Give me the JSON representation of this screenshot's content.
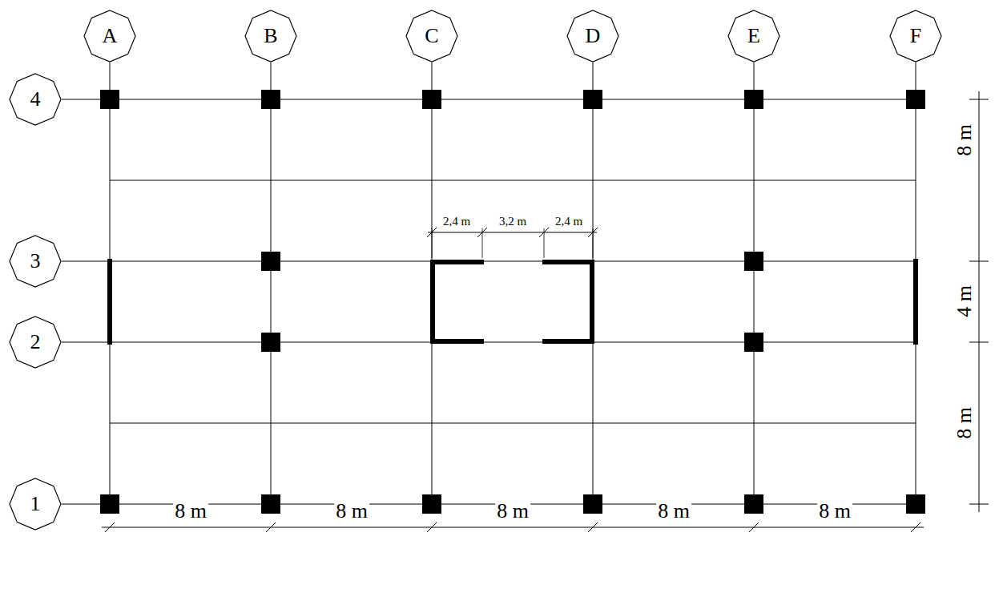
{
  "diagram": {
    "nodes": [
      {
        "text": [
          "A"
        ]
      },
      {
        "text": [
          "B"
        ]
      },
      {
        "text": [
          "C"
        ]
      },
      {
        "text": [
          "D"
        ]
      },
      {
        "text": [
          "E"
        ]
      },
      {
        "text": [
          "F"
        ]
      },
      {
        "text": [
          "4"
        ]
      },
      {
        "text": [
          "3"
        ]
      },
      {
        "text": [
          "2"
        ]
      },
      {
        "text": [
          "1"
        ]
      }
    ],
    "labels": [
      "2,4 m",
      "3,2 m",
      "2,4 m",
      "8 m",
      "4 m",
      "8 m",
      "8 m",
      "8 m",
      "8 m",
      "8 m",
      "8 m"
    ]
  }
}
